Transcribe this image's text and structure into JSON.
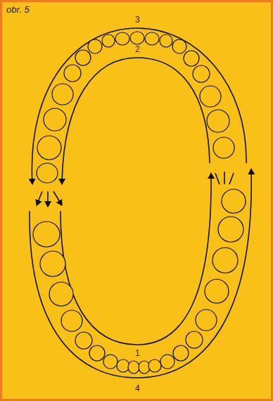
{
  "diagram": {
    "title": "obr. 5",
    "labels": [
      "3",
      "2",
      "1",
      "4"
    ]
  }
}
